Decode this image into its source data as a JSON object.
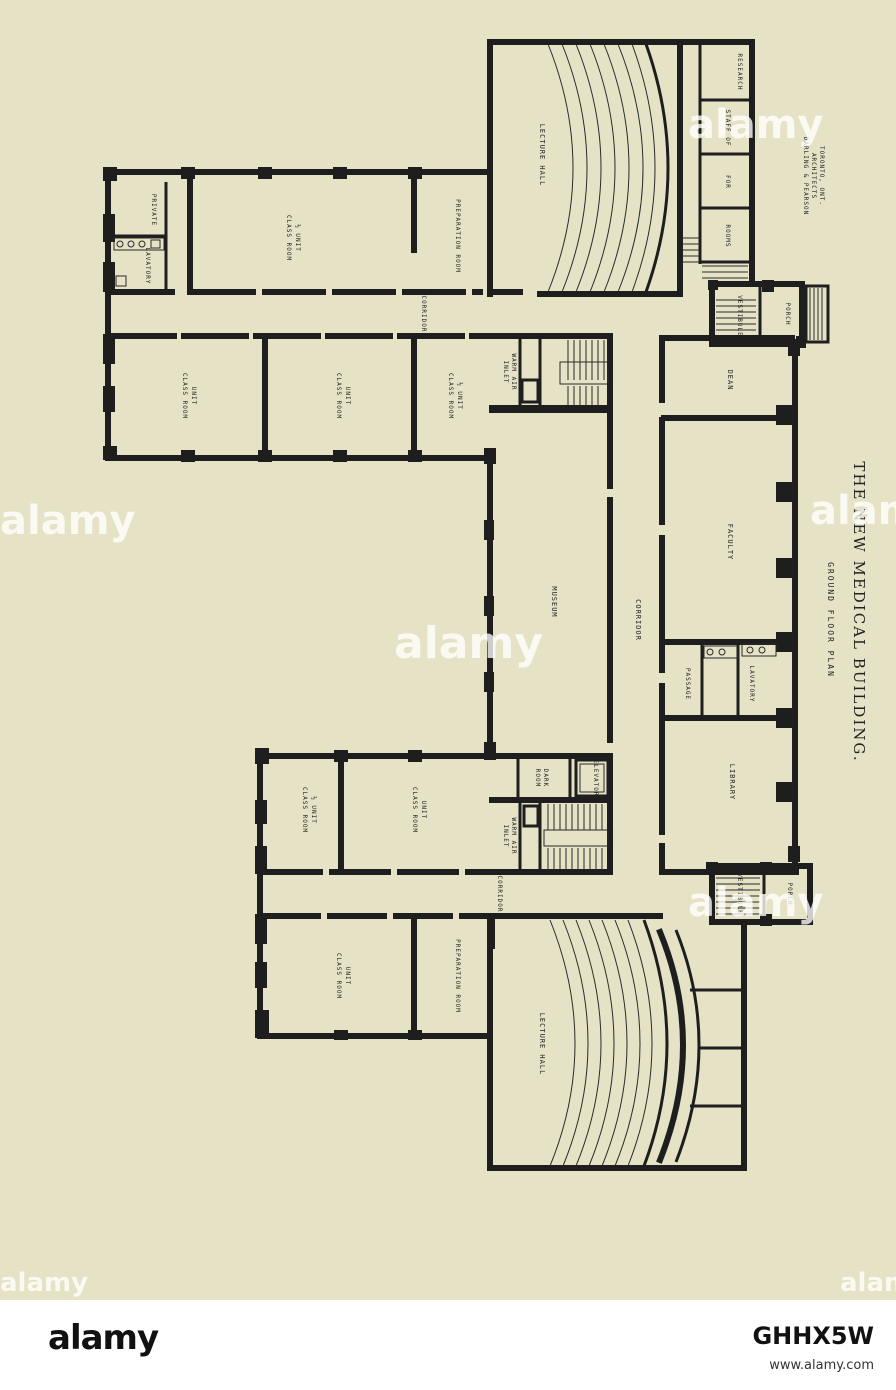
{
  "plan": {
    "caption": "THE NEW MEDICAL BUILDING.",
    "subtitle": "GROUND FLOOR PLAN",
    "architects": [
      "DARLING & PEARSON",
      "ARCHITECTS",
      "TORONTO, ONT."
    ],
    "rooms": {
      "lecture_hall_north": "LECTURE HALL",
      "research": "RESEARCH",
      "rooms_for_staff": [
        "ROOMS",
        "FOR",
        "STAFF OF"
      ],
      "private": "PRIVATE",
      "lavatory_north": "LAVATORY",
      "half_unit_north": [
        "½ UNIT",
        "CLASS ROOM"
      ],
      "prep_north": "PREPARATION ROOM",
      "corridor_north": "CORRIDOR",
      "unit_a": [
        "UNIT",
        "CLASS ROOM"
      ],
      "unit_b": [
        "UNIT",
        "CLASS ROOM"
      ],
      "half_unit_c": [
        "½ UNIT",
        "CLASS ROOM"
      ],
      "warm_air_north": [
        "WARM AIR",
        "INLET"
      ],
      "vestibule_north": "VESTIBULE",
      "porch_north": "PORCH",
      "dean": "DEAN",
      "museum": "MUSEUM",
      "corridor_main": "CORRIDOR",
      "faculty": "FACULTY",
      "passage": "PASSAGE",
      "lavatory_main": "LAVATORY",
      "library": "LIBRARY",
      "dark_room": [
        "DARK",
        "ROOM"
      ],
      "elevator": "ELEVATOR",
      "warm_air_south": [
        "WARM AIR",
        "INLET"
      ],
      "vestibule_south": "VESTIBULE",
      "porch_south": "PORCH",
      "half_unit_south": [
        "½ UNIT",
        "CLASS ROOM"
      ],
      "unit_south_a": [
        "UNIT",
        "CLASS ROOM"
      ],
      "corridor_south": "CORRIDOR",
      "unit_south_b": [
        "UNIT",
        "CLASS ROOM"
      ],
      "prep_south": "PREPARATION ROOM",
      "lecture_hall_south": "LECTURE HALL"
    }
  },
  "watermark": {
    "text": "alamy"
  },
  "footer": {
    "brand": "alamy",
    "image_id": "GHHX5W",
    "site": "www.alamy.com"
  }
}
